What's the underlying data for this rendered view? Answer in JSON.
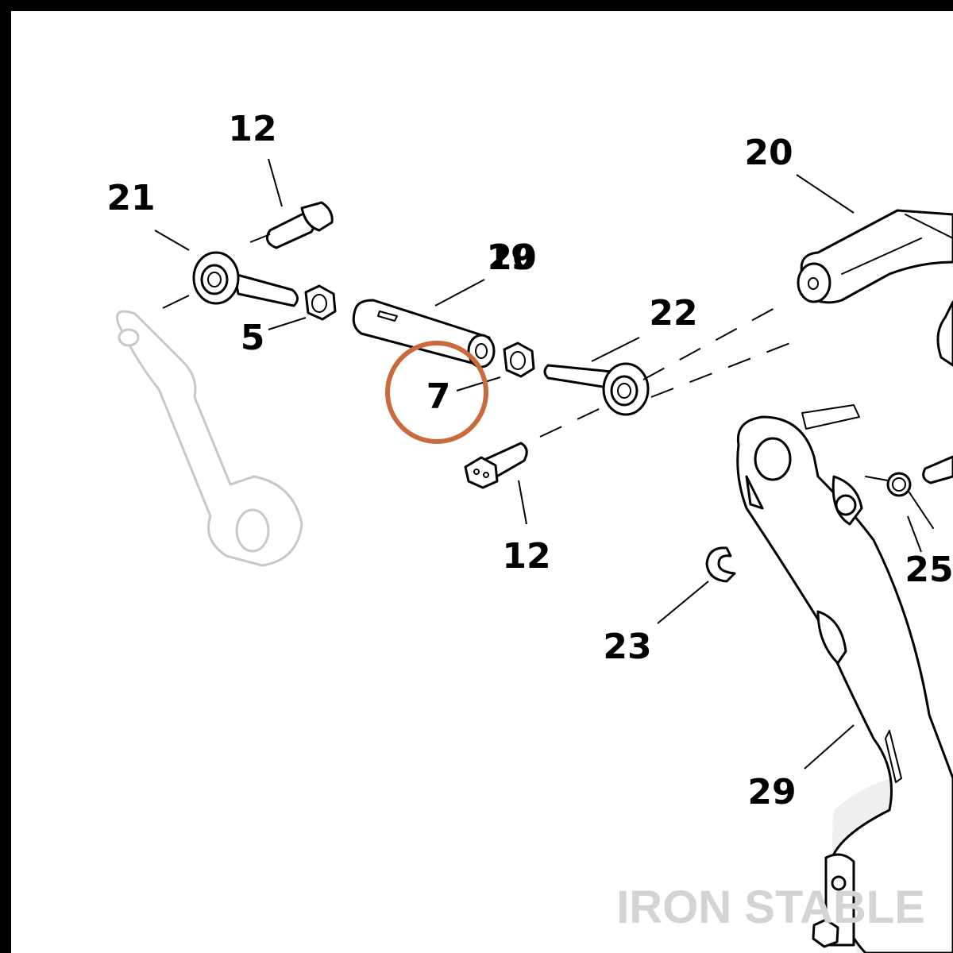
{
  "callouts": {
    "c12_top": "12",
    "c21": "21",
    "c5": "5",
    "c19_20": "19",
    "c20_overlap": "20",
    "c22": "22",
    "c7": "7",
    "c12_bottom": "12",
    "c20": "20",
    "c23": "23",
    "c25": "25",
    "c29": "29"
  },
  "watermark": "IRON STABLE",
  "colors": {
    "highlight": "#c96a3c",
    "ink": "#000000",
    "ghost": "#c8c8c8",
    "watermark": "#d4d4d4"
  }
}
